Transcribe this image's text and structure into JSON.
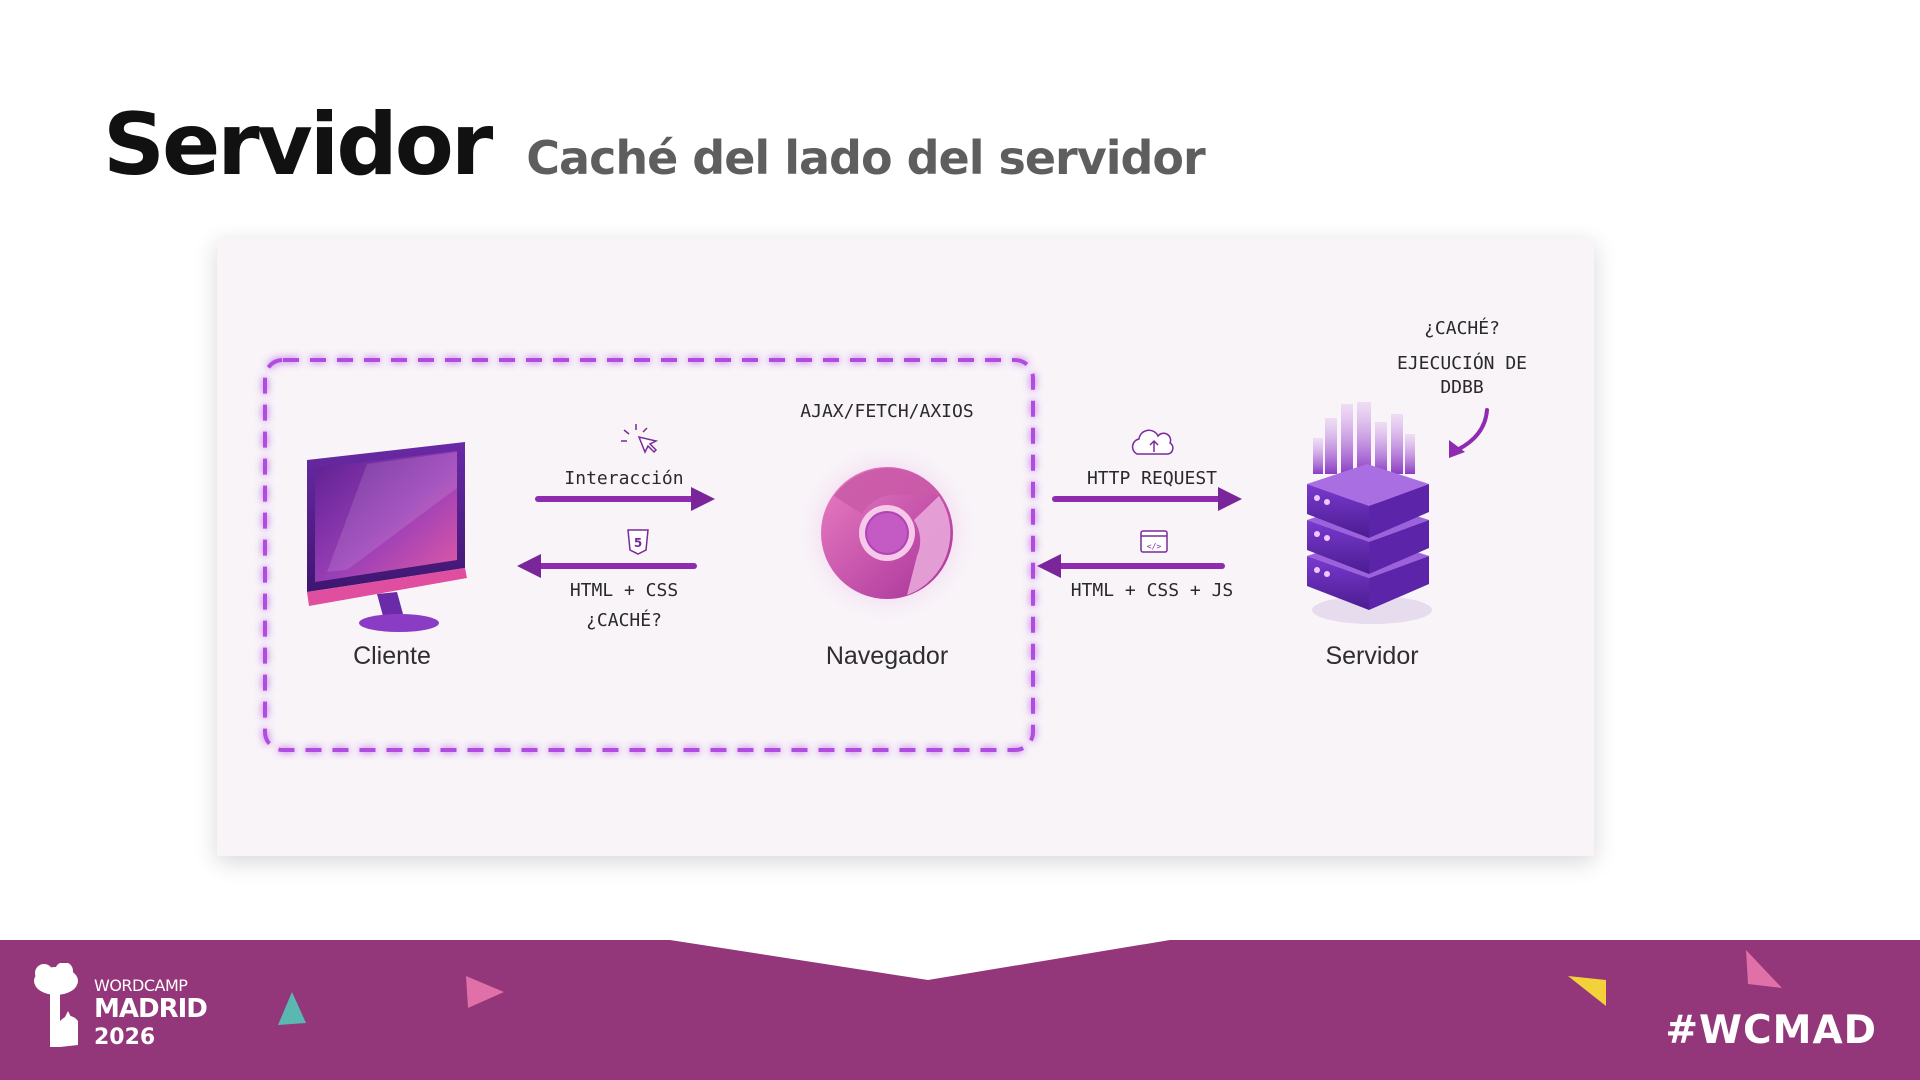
{
  "slide": {
    "title": "Servidor",
    "subtitle": "Caché del lado del servidor"
  },
  "diagram": {
    "nodes": {
      "client": "Cliente",
      "browser": "Navegador",
      "server": "Servidor"
    },
    "labels": {
      "interaction": "Interacción",
      "html_css": "HTML + CSS",
      "cache_client": "¿CACHÉ?",
      "ajax": "AJAX/FETCH/AXIOS",
      "http_request": "HTTP REQUEST",
      "html_css_js": "HTML + CSS + JS",
      "cache_server": "¿CACHÉ?",
      "db_exec_line1": "EJECUCIÓN DE",
      "db_exec_line2": "DDBB"
    },
    "icons": [
      "cursor-click-icon",
      "html5-icon",
      "cloud-upload-icon",
      "code-window-icon",
      "monitor-icon",
      "browser-logo-icon",
      "server-stack-icon"
    ]
  },
  "footer": {
    "logo_line1": "WORDCAMP",
    "logo_line2": "MADRID",
    "logo_line3": "2026",
    "hashtag": "#WCMAD"
  },
  "colors": {
    "brand_purple": "#93367a",
    "accent_purple": "#8e2bb0",
    "dashed_border": "#b04ee0",
    "teal": "#5bb8b0",
    "pink": "#e070a8",
    "yellow": "#f2d13b"
  }
}
